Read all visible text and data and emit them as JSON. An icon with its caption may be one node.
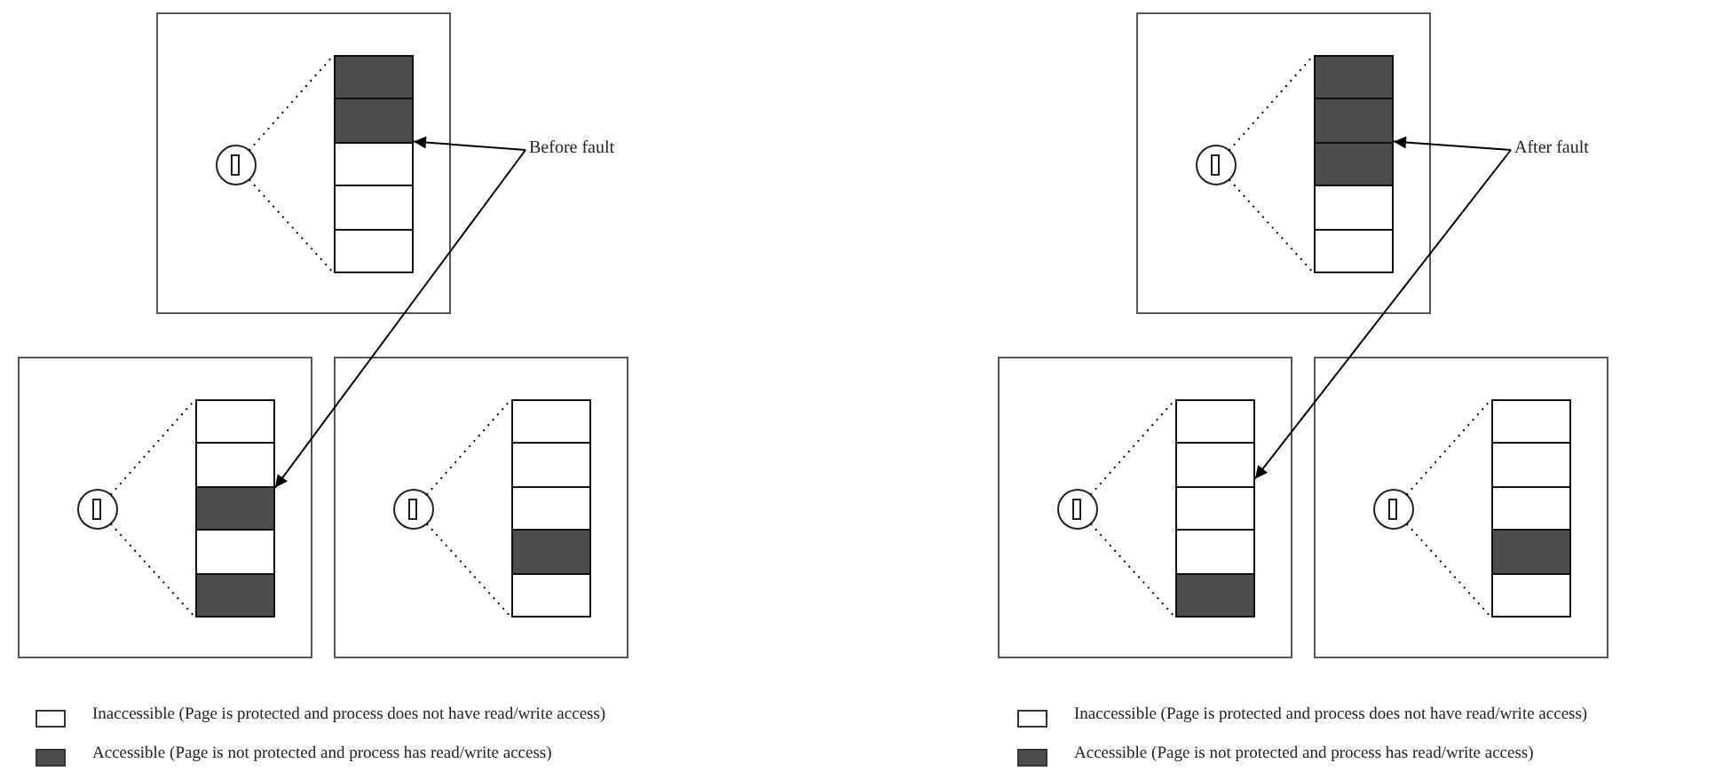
{
  "diagram": {
    "nodes": [
      {
        "text": [],
        "shape": "box"
      },
      {
        "text": [],
        "shape": "circle",
        "in": 0
      },
      {
        "text": [],
        "shape": "box",
        "in": 0
      },
      {
        "text": [],
        "shape": "box",
        "in": 0
      },
      {
        "text": [],
        "shape": "box",
        "in": 0
      },
      {
        "text": [],
        "shape": "box",
        "in": 0
      },
      {
        "text": [],
        "shape": "box",
        "in": 0
      },
      {
        "text": [
          "Before fault"
        ]
      },
      {
        "text": [],
        "shape": "box"
      },
      {
        "text": [],
        "shape": "circle",
        "in": 8
      },
      {
        "text": [],
        "shape": "box",
        "in": 8
      },
      {
        "text": [],
        "shape": "box",
        "in": 8
      },
      {
        "text": [],
        "shape": "box",
        "in": 8
      },
      {
        "text": [],
        "shape": "box",
        "in": 8
      },
      {
        "text": [],
        "shape": "box",
        "in": 8
      },
      {
        "text": [],
        "shape": "box"
      },
      {
        "text": [],
        "shape": "circle",
        "in": 15
      },
      {
        "text": [],
        "shape": "box",
        "in": 15
      },
      {
        "text": [],
        "shape": "box",
        "in": 15
      },
      {
        "text": [],
        "shape": "box",
        "in": 15
      },
      {
        "text": [],
        "shape": "box",
        "in": 15
      },
      {
        "text": [],
        "shape": "box",
        "in": 15
      },
      {
        "text": [],
        "shape": "box"
      },
      {
        "text": [],
        "shape": "circle",
        "in": 22
      },
      {
        "text": [],
        "shape": "box",
        "in": 22
      },
      {
        "text": [],
        "shape": "box",
        "in": 22
      },
      {
        "text": [],
        "shape": "box",
        "in": 22
      },
      {
        "text": [],
        "shape": "box",
        "in": 22
      },
      {
        "text": [],
        "shape": "box",
        "in": 22
      },
      {
        "text": [
          "After fault"
        ]
      },
      {
        "text": [],
        "shape": "box"
      },
      {
        "text": [],
        "shape": "circle",
        "in": 30
      },
      {
        "text": [],
        "shape": "box",
        "in": 30
      },
      {
        "text": [],
        "shape": "box",
        "in": 30
      },
      {
        "text": [],
        "shape": "box",
        "in": 30
      },
      {
        "text": [],
        "shape": "box",
        "in": 30
      },
      {
        "text": [],
        "shape": "box",
        "in": 30
      },
      {
        "text": [],
        "shape": "box"
      },
      {
        "text": [],
        "shape": "circle",
        "in": 37
      },
      {
        "text": [],
        "shape": "box",
        "in": 37
      },
      {
        "text": [],
        "shape": "box",
        "in": 37
      },
      {
        "text": [],
        "shape": "box",
        "in": 37
      },
      {
        "text": [],
        "shape": "box",
        "in": 37
      },
      {
        "text": [],
        "shape": "box",
        "in": 37
      }
    ],
    "edges": [
      {
        "from": 1,
        "to": 2,
        "arrow": "none",
        "style": "dashed"
      },
      {
        "from": 1,
        "to": 6,
        "arrow": "none",
        "style": "dashed"
      },
      {
        "from": 9,
        "to": 10,
        "arrow": "none",
        "style": "dashed"
      },
      {
        "from": 9,
        "to": 14,
        "arrow": "none",
        "style": "dashed"
      },
      {
        "from": 16,
        "to": 17,
        "arrow": "none",
        "style": "dashed"
      },
      {
        "from": 16,
        "to": 21,
        "arrow": "none",
        "style": "dashed"
      },
      {
        "from": 7,
        "to": 3,
        "arrow": "to"
      },
      {
        "from": 7,
        "to": 12,
        "arrow": "to"
      },
      {
        "from": 23,
        "to": 24,
        "arrow": "none",
        "style": "dashed"
      },
      {
        "from": 23,
        "to": 28,
        "arrow": "none",
        "style": "dashed"
      },
      {
        "from": 31,
        "to": 32,
        "arrow": "none",
        "style": "dashed"
      },
      {
        "from": 31,
        "to": 36,
        "arrow": "none",
        "style": "dashed"
      },
      {
        "from": 38,
        "to": 39,
        "arrow": "none",
        "style": "dashed"
      },
      {
        "from": 38,
        "to": 43,
        "arrow": "none",
        "style": "dashed"
      },
      {
        "from": 29,
        "to": 25,
        "arrow": "to"
      },
      {
        "from": 29,
        "to": 33,
        "arrow": "to"
      }
    ],
    "legend": [
      {
        "text": "Inaccessible (Page is protected and process does not have read/write access)",
        "color": "#ffffff"
      },
      {
        "text": "Accessible (Page is not protected and process has read/write access)",
        "color": "#4d4d4d"
      },
      {
        "text": "Inaccessible (Page is protected and process does not have read/write access)",
        "color": "#ffffff"
      },
      {
        "text": "Accessible (Page is not protected and process has read/write access)",
        "color": "#4d4d4d"
      }
    ]
  }
}
